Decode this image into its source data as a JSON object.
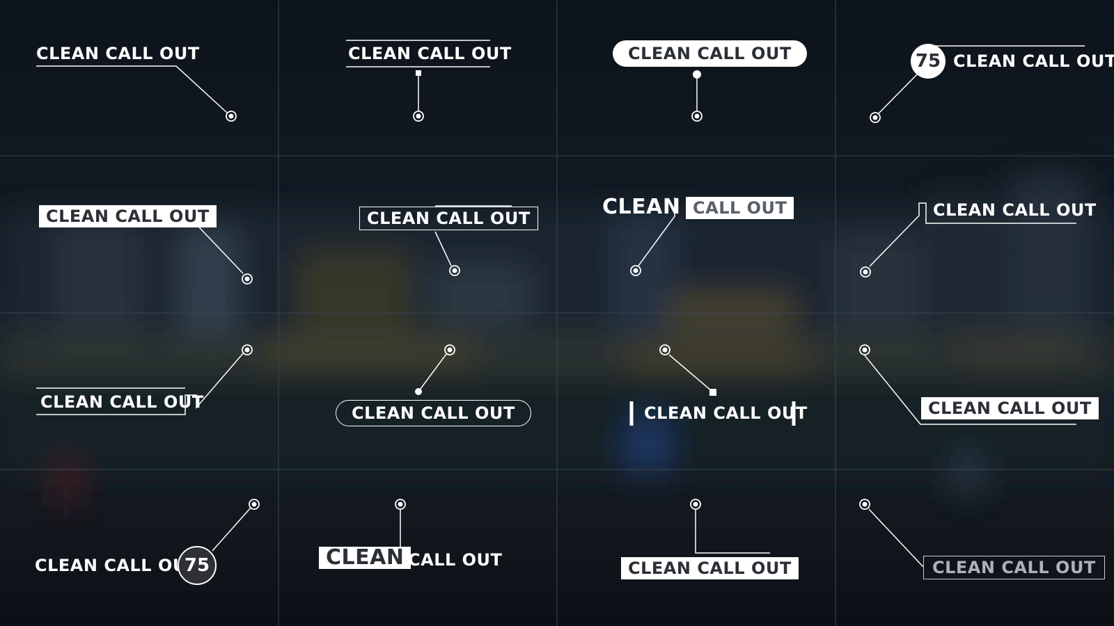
{
  "panels": [
    {
      "label": "CLEAN CALL OUT"
    },
    {
      "label": "CLEAN CALL OUT"
    },
    {
      "label": "CLEAN CALL OUT"
    },
    {
      "label": "CLEAN CALL OUT",
      "badge": "75"
    },
    {
      "label": "CLEAN CALL OUT"
    },
    {
      "label": "CLEAN CALL OUT"
    },
    {
      "label_a": "CLEAN",
      "label_b": "CALL OUT"
    },
    {
      "label": "CLEAN CALL OUT"
    },
    {
      "label": "CLEAN CALL OUT"
    },
    {
      "label": "CLEAN CALL OUT"
    },
    {
      "label": "CLEAN CALL OUT"
    },
    {
      "label": "CLEAN CALL OUT"
    },
    {
      "label": "CLEAN CALL OUT",
      "badge": "75"
    },
    {
      "label_a": "CLEAN",
      "label_b": "CALL OUT"
    },
    {
      "label": "CLEAN CALL OUT"
    },
    {
      "label": "CLEAN CALL OUT"
    }
  ],
  "colors": {
    "line": "#ffffff",
    "panel_divider": "#3a4552",
    "background": "#0e151e"
  }
}
